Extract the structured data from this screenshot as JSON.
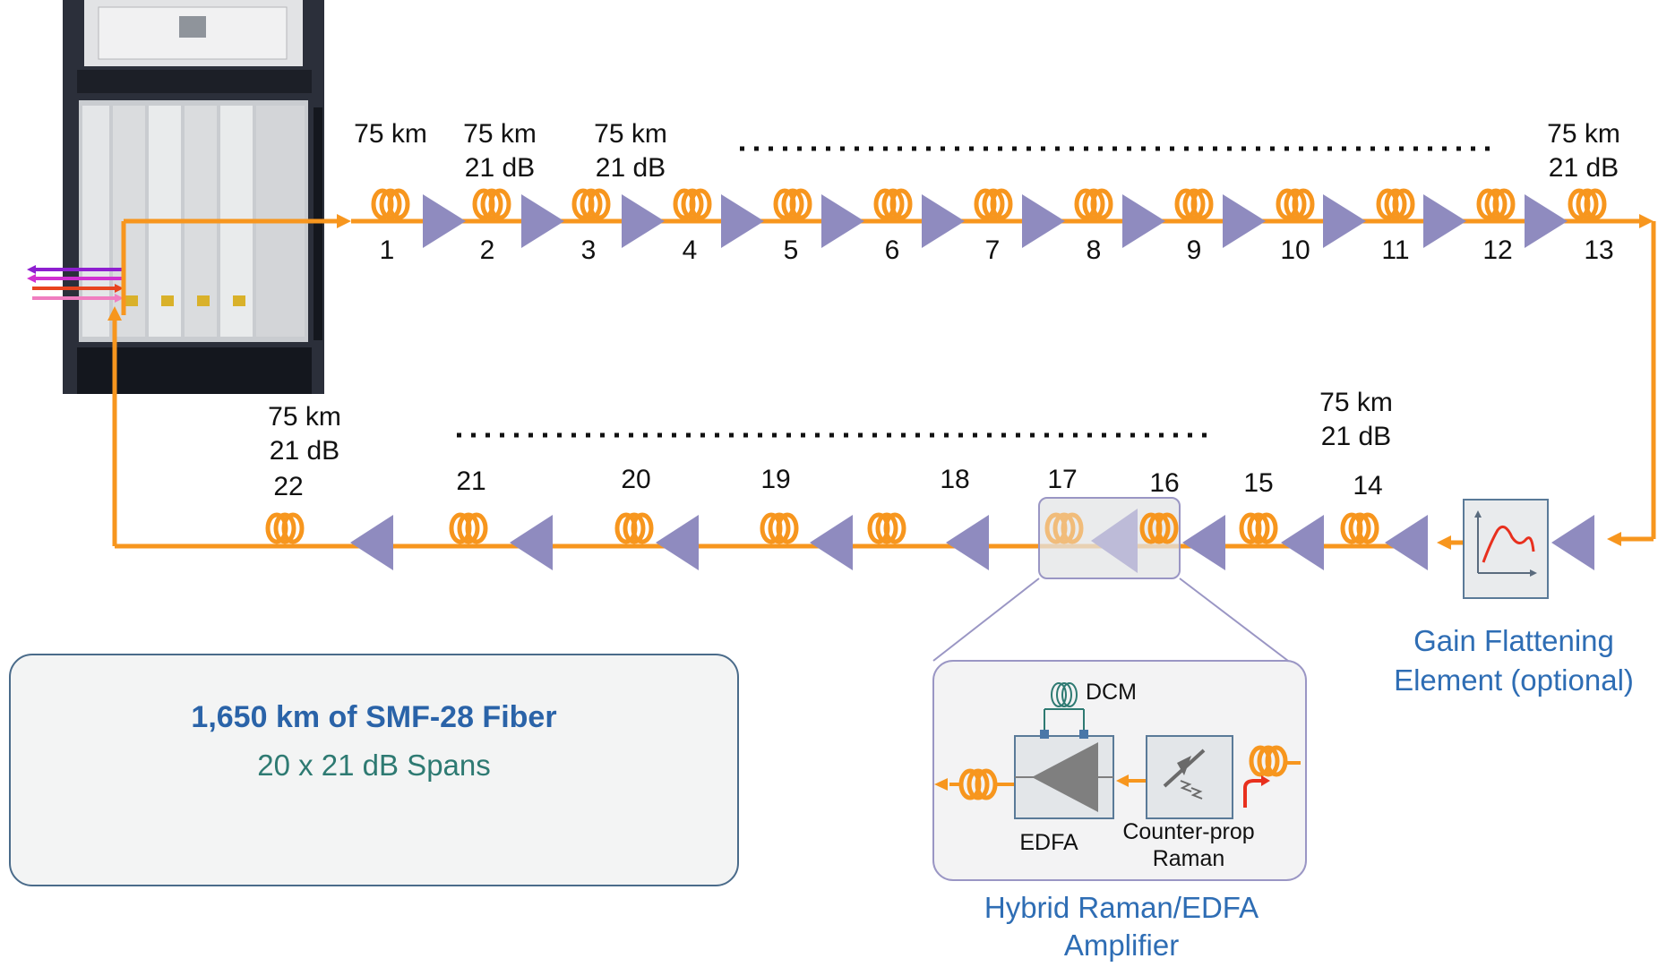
{
  "top_row": {
    "span_labels": [
      {
        "km": "75 km",
        "db": ""
      },
      {
        "km": "75 km",
        "db": "21 dB"
      },
      {
        "km": "75 km",
        "db": "21 dB"
      },
      {
        "km": "75 km",
        "db": "21 dB"
      }
    ],
    "numbers": [
      "1",
      "2",
      "3",
      "4",
      "5",
      "6",
      "7",
      "8",
      "9",
      "10",
      "11",
      "12",
      "13"
    ]
  },
  "bottom_row": {
    "span_labels": [
      {
        "km": "75 km",
        "db": "21 dB"
      },
      {
        "km": "75 km",
        "db": "21 dB"
      }
    ],
    "numbers": [
      "22",
      "21",
      "20",
      "19",
      "18",
      "17",
      "16",
      "15",
      "14"
    ]
  },
  "gfe": {
    "line1": "Gain Flattening",
    "line2": "Element (optional)"
  },
  "amp": {
    "dcm": "DCM",
    "edfa": "EDFA",
    "raman1": "Counter-prop",
    "raman2": "Raman",
    "title1": "Hybrid Raman/EDFA",
    "title2": "Amplifier"
  },
  "summary": {
    "title": "1,650 km of SMF-28 Fiber",
    "subtitle": "20 x 21 dB Spans"
  },
  "colors": {
    "fiber": "#f7961e",
    "amplifier": "#8f8bbf",
    "text_blue": "#2e6db4",
    "channels": [
      "#8e1fd0",
      "#d02fd0",
      "#e8441e",
      "#f07ec0"
    ]
  }
}
